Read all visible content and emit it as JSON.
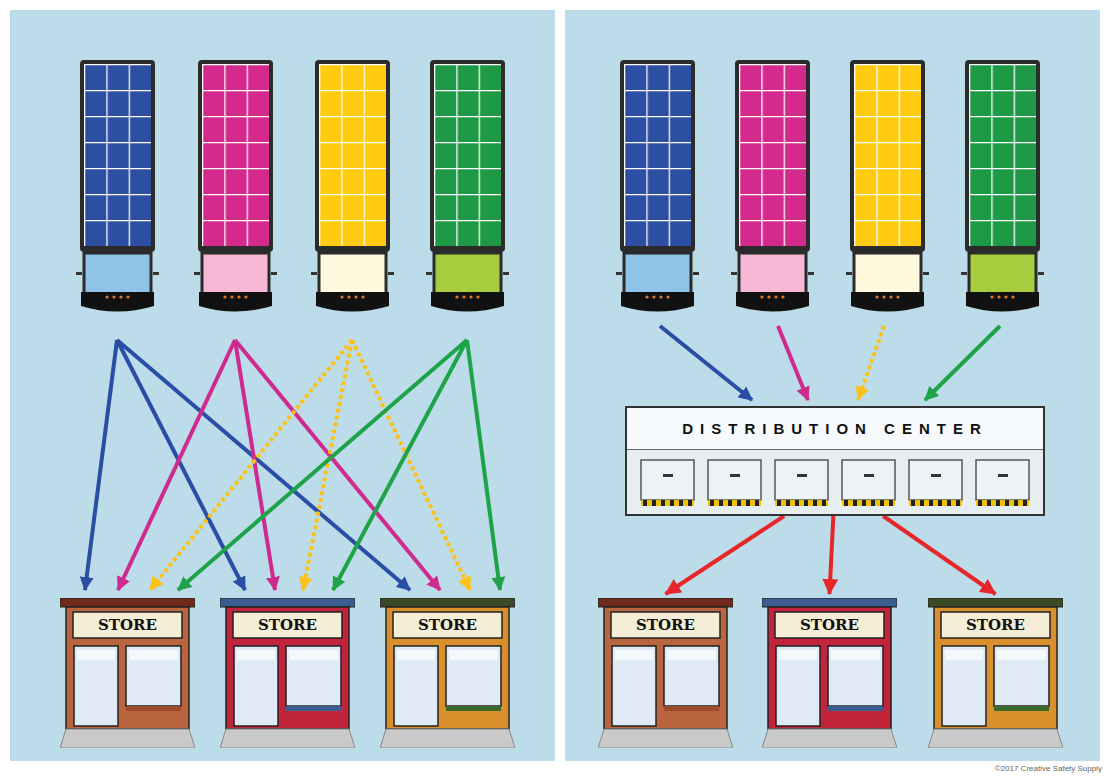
{
  "diagram": {
    "nodes": [
      {
        "text": [
          "STORE"
        ]
      },
      {
        "text": [
          "STORE"
        ]
      },
      {
        "text": [
          "STORE"
        ]
      },
      {
        "text": [
          "DISTRIBUTION CENTER"
        ]
      },
      {
        "text": [
          "STORE"
        ]
      },
      {
        "text": [
          "STORE"
        ]
      },
      {
        "text": [
          "STORE"
        ]
      }
    ],
    "edges": [
      {
        "from": 3,
        "to": 4,
        "arrow": "to"
      },
      {
        "from": 3,
        "to": 5,
        "arrow": "to"
      },
      {
        "from": 3,
        "to": 6,
        "arrow": "to"
      }
    ],
    "labels": [
      "©2017 Creative Safety Supply"
    ]
  }
}
